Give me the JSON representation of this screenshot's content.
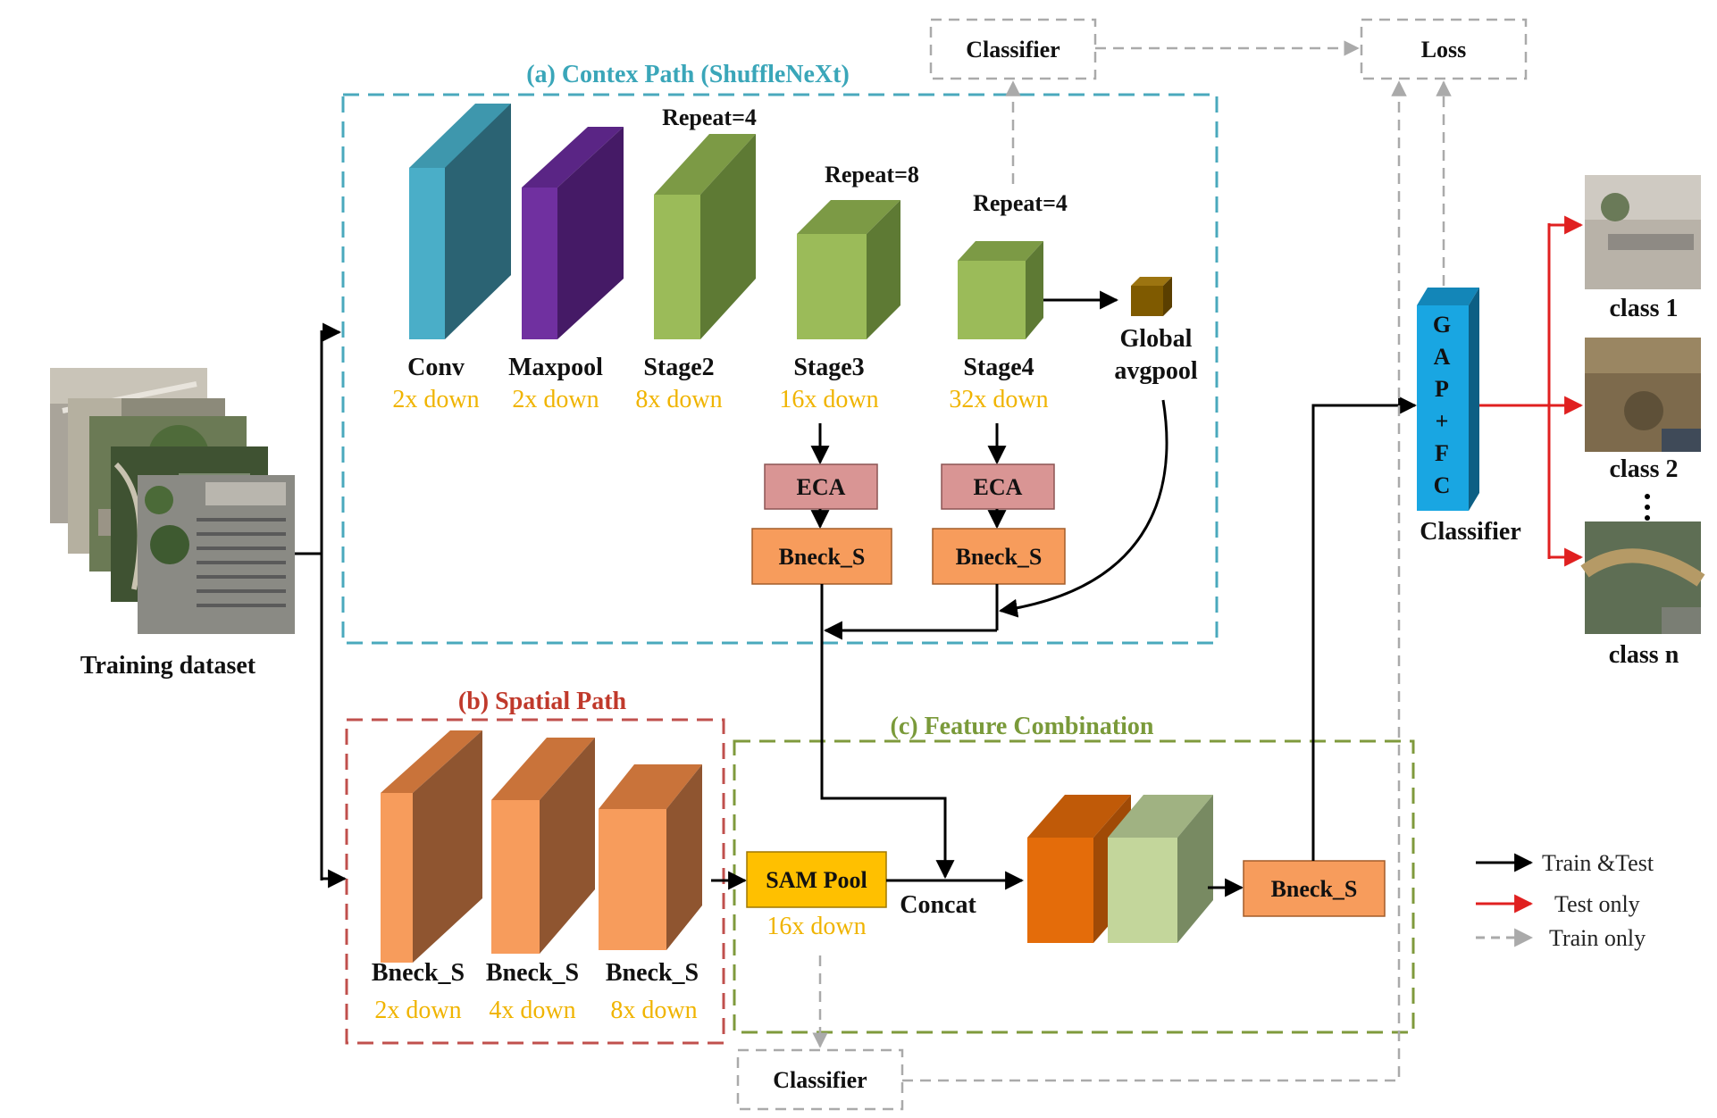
{
  "titles": {
    "context_path": "(a) Contex Path (ShuffleNeXt)",
    "spatial_path": "(b) Spatial Path",
    "feature_combination": "(c)  Feature Combination"
  },
  "dataset": {
    "label": "Training dataset"
  },
  "context_blocks": [
    {
      "name": "Conv",
      "scale": "2x down",
      "repeat": ""
    },
    {
      "name": "Maxpool",
      "scale": "2x down",
      "repeat": ""
    },
    {
      "name": "Stage2",
      "scale": "8x down",
      "repeat": "Repeat=4"
    },
    {
      "name": "Stage3",
      "scale": "16x down",
      "repeat": "Repeat=8"
    },
    {
      "name": "Stage4",
      "scale": "32x down",
      "repeat": "Repeat=4"
    }
  ],
  "global_avgpool": {
    "line1": "Global",
    "line2": "avgpool"
  },
  "eca_label": "ECA",
  "bneck_label": "Bneck_S",
  "spatial_blocks": [
    {
      "name": "Bneck_S",
      "scale": "2x down"
    },
    {
      "name": "Bneck_S",
      "scale": "4x down"
    },
    {
      "name": "Bneck_S",
      "scale": "8x down"
    }
  ],
  "sam_pool": {
    "label": "SAM Pool",
    "scale": "16x down"
  },
  "concat_label": "Concat",
  "classifier_label": "Classifier",
  "loss_label": "Loss",
  "gap_fc": {
    "letters": [
      "G",
      "A",
      "P",
      "+",
      "F",
      "C"
    ],
    "caption": "Classifier"
  },
  "classes": [
    {
      "label": "class 1"
    },
    {
      "label": "class 2"
    },
    {
      "label": "class n"
    }
  ],
  "legend": [
    {
      "label": "Train &Test",
      "color": "#000000",
      "dashed": false
    },
    {
      "label": "Test only",
      "color": "#e02020",
      "dashed": false
    },
    {
      "label": "Train only",
      "color": "#aaaaaa",
      "dashed": true
    }
  ],
  "colors": {
    "context_border": "#4aa9bd",
    "spatial_border": "#c0504d",
    "feature_border": "#7f9a3c",
    "eca": "#d99594",
    "bneck": "#f79c5c",
    "sam_pool": "#ffc000",
    "gap_fc": "#1aa3e0"
  }
}
